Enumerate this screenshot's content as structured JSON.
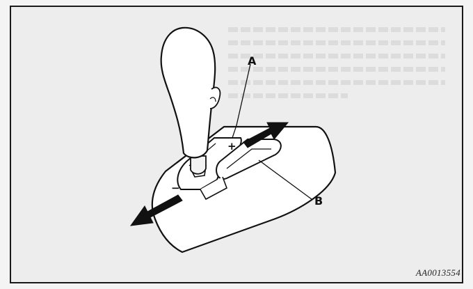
{
  "figure": {
    "callout_a": "A",
    "callout_b": "B",
    "plus_sign": "+",
    "minus_sign": "−",
    "figure_code": "AA0013554"
  }
}
